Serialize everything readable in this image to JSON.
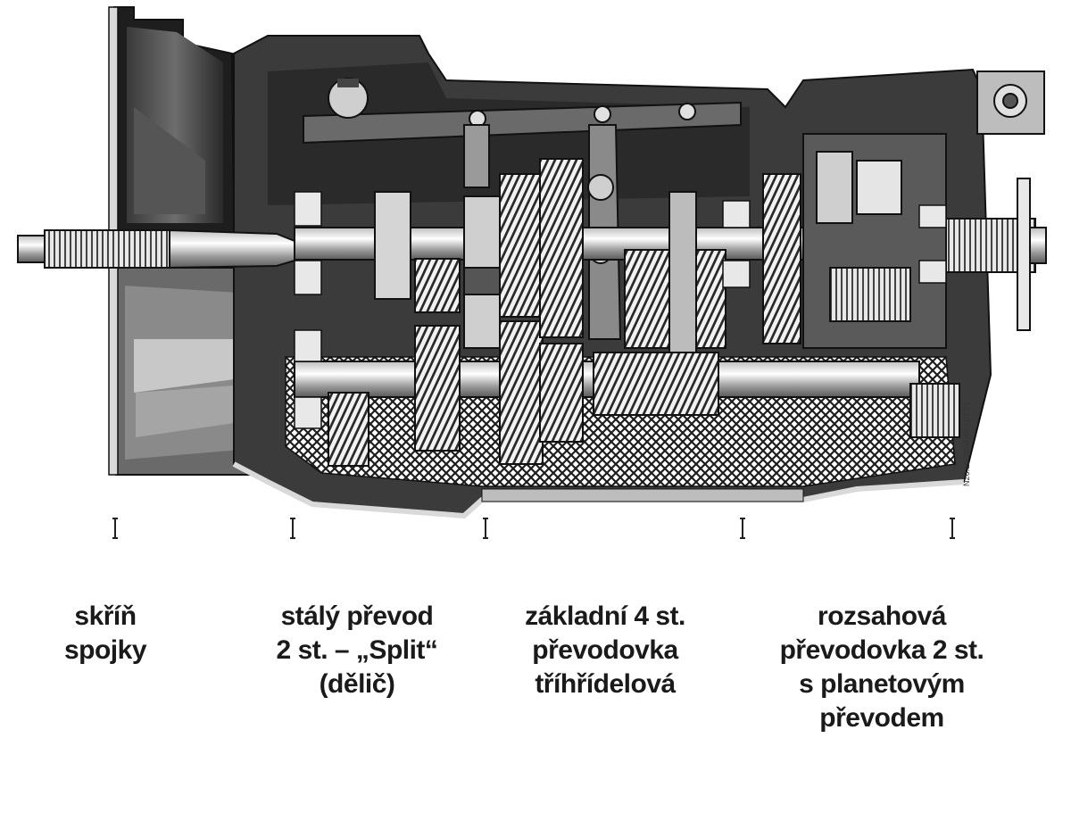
{
  "figure": {
    "reference_code": "N26.10-2054-50 / 07.01",
    "colors": {
      "dark": "#1e1e1e",
      "mid": "#7d7d7d",
      "light": "#d9d9d9",
      "white": "#ffffff"
    }
  },
  "sections": [
    {
      "lines": [
        "skříň",
        "spojky"
      ]
    },
    {
      "lines": [
        "stálý převod",
        "2 st. – „Split“",
        "(dělič)"
      ]
    },
    {
      "lines": [
        "základní 4 st.",
        "převodovka",
        "tříhřídelová"
      ]
    },
    {
      "lines": [
        "rozsahová",
        "převodovka 2 st.",
        "s planetovým",
        "převodem"
      ]
    }
  ]
}
